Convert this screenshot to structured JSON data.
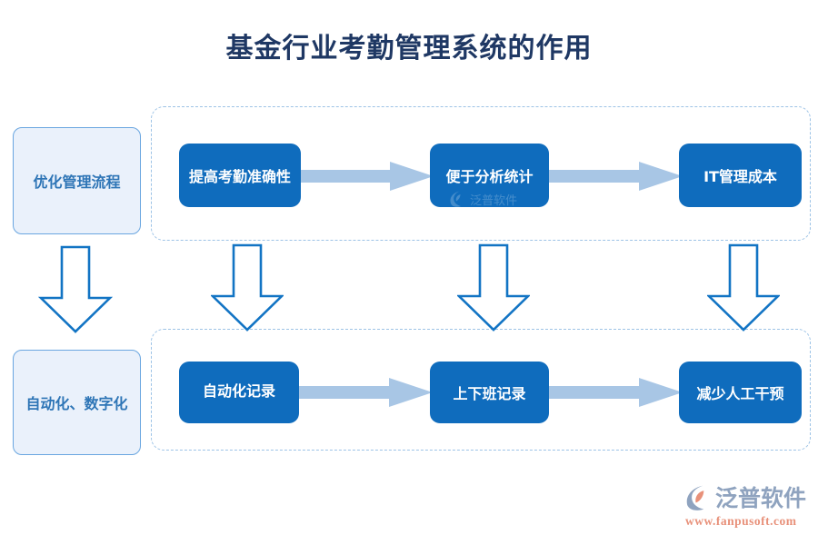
{
  "page": {
    "title": "基金行业考勤管理系统的作用",
    "background_color": "#ffffff",
    "title_color": "#1f3864"
  },
  "colors": {
    "primary_blue": "#0f6cbd",
    "light_box_fill": "#eaf1fb",
    "light_box_border": "#6aa6e0",
    "dashed_border": "#9dc3e6",
    "arrow_fill": "#a8c6e5",
    "arrow_outline": "#1274c4",
    "light_box_text": "#2e75b6",
    "logo_gray": "#8fa3bf",
    "logo_orange": "#e8917a"
  },
  "diagram": {
    "rows": [
      {
        "category": {
          "label": "优化管理流程"
        },
        "steps": [
          {
            "label": "提高考勤准确性"
          },
          {
            "label": "便于分析统计"
          },
          {
            "label": "IT管理成本"
          }
        ]
      },
      {
        "category": {
          "label": "自动化、数字化"
        },
        "steps": [
          {
            "label": "自动化记录"
          },
          {
            "label": "上下班记录"
          },
          {
            "label": "减少人工干预"
          }
        ]
      }
    ],
    "connectors": {
      "horizontal_arrow_icon": "arrow-right-icon",
      "vertical_arrow_icon": "arrow-down-outline-icon",
      "vertical_arrow_count": 4,
      "horizontal_arrow_count": 4
    }
  },
  "watermark": {
    "text": "泛普软件"
  },
  "brand": {
    "name": "泛普软件",
    "url": "www.fanpusoft.com",
    "mark_icon": "fanpu-leaf-logo-icon"
  }
}
